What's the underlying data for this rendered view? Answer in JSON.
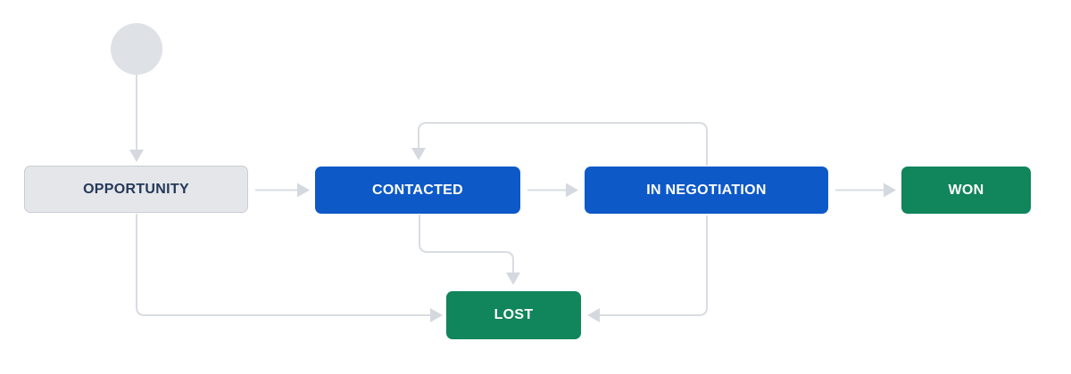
{
  "diagram": {
    "type": "workflow",
    "start_node": {
      "label": ""
    },
    "statuses": [
      {
        "id": "opportunity",
        "label": "OPPORTUNITY",
        "category": "new"
      },
      {
        "id": "contacted",
        "label": "CONTACTED",
        "category": "inprogress"
      },
      {
        "id": "in-negotiation",
        "label": "IN NEGOTIATION",
        "category": "inprogress"
      },
      {
        "id": "won",
        "label": "WON",
        "category": "done"
      },
      {
        "id": "lost",
        "label": "LOST",
        "category": "done"
      }
    ],
    "transitions": [
      {
        "from": "start",
        "to": "opportunity"
      },
      {
        "from": "opportunity",
        "to": "contacted"
      },
      {
        "from": "contacted",
        "to": "in-negotiation"
      },
      {
        "from": "in-negotiation",
        "to": "contacted"
      },
      {
        "from": "in-negotiation",
        "to": "won"
      },
      {
        "from": "opportunity",
        "to": "lost"
      },
      {
        "from": "contacted",
        "to": "lost"
      },
      {
        "from": "in-negotiation",
        "to": "lost"
      }
    ],
    "colors": {
      "category_new_bg": "#E4E6EA",
      "category_new_text": "#253858",
      "category_new_border": "#C9CDD3",
      "category_inprogress_bg": "#0E59C8",
      "category_done_bg": "#11855C",
      "status_text_light": "#FFFFFF",
      "connector": "#D9DCE1",
      "arrowhead": "#D5D9DF",
      "start_node": "#DEE1E6",
      "canvas_bg": "#FFFFFF"
    }
  }
}
